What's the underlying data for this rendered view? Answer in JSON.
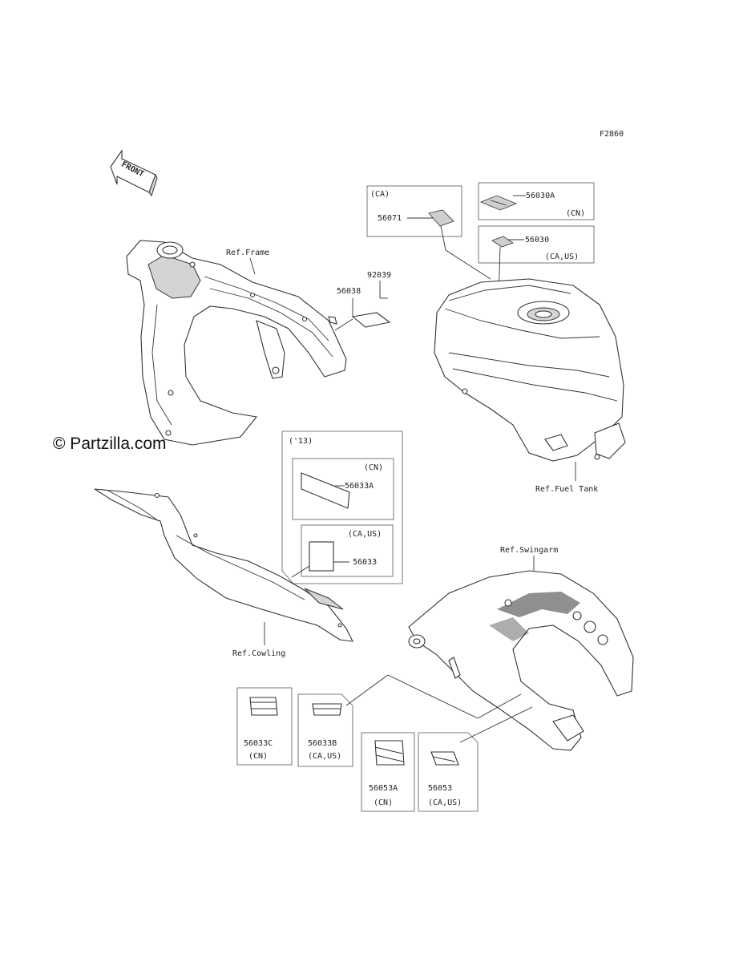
{
  "diagram": {
    "figure_code": "F2860",
    "watermark": "© Partzilla.com",
    "front_label": "FRONT",
    "refs": {
      "frame": "Ref.Frame",
      "fuel_tank": "Ref.Fuel Tank",
      "cowling": "Ref.Cowling",
      "swingarm": "Ref.Swingarm"
    },
    "parts": {
      "p92039": "92039",
      "p56038": "56038",
      "p56071": "56071",
      "p56030A": "56030A",
      "p56030": "56030",
      "p56033A": "56033A",
      "p56033": "56033",
      "p56033C": "56033C",
      "p56033B": "56033B",
      "p56053A": "56053A",
      "p56053": "56053"
    },
    "regions": {
      "ca": "(CA)",
      "cn": "(CN)",
      "ca_us": "(CA,US)",
      "y13": "('13)"
    }
  }
}
